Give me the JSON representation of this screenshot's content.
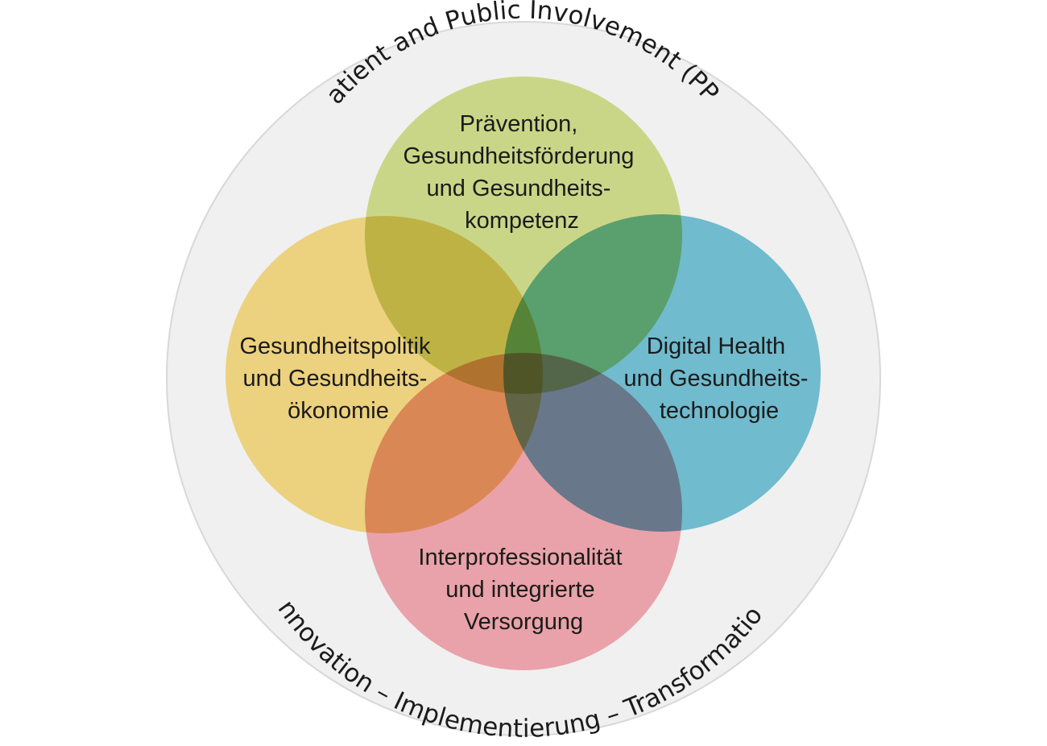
{
  "colors": {
    "outer_ring": "#f0f0f0",
    "outer_ring_stroke": "#d8d8d8",
    "background": "#ffffff",
    "text": "#1b1b1b"
  },
  "outer_ring": {
    "top_text": "Patient and Public Involvement (PPI)",
    "bottom_text": "Innovation – Implementierung – Transformation"
  },
  "circles": {
    "top": {
      "color": "#c4d278",
      "lines": [
        "Prävention,",
        "Gesundheitsförderung",
        "und Gesundheits-",
        "kompetenz"
      ]
    },
    "left": {
      "color": "#ebcc6a",
      "lines": [
        "Gesundheitspolitik",
        "und Gesundheits-",
        "ökonomie"
      ]
    },
    "right": {
      "color": "#5db3c7",
      "lines": [
        "Digital Health",
        "und Gesundheits-",
        "technologie"
      ]
    },
    "bottom": {
      "color": "#e7969e",
      "lines": [
        "Interprofessionalität",
        "und integrierte",
        "Versorgung"
      ]
    }
  }
}
